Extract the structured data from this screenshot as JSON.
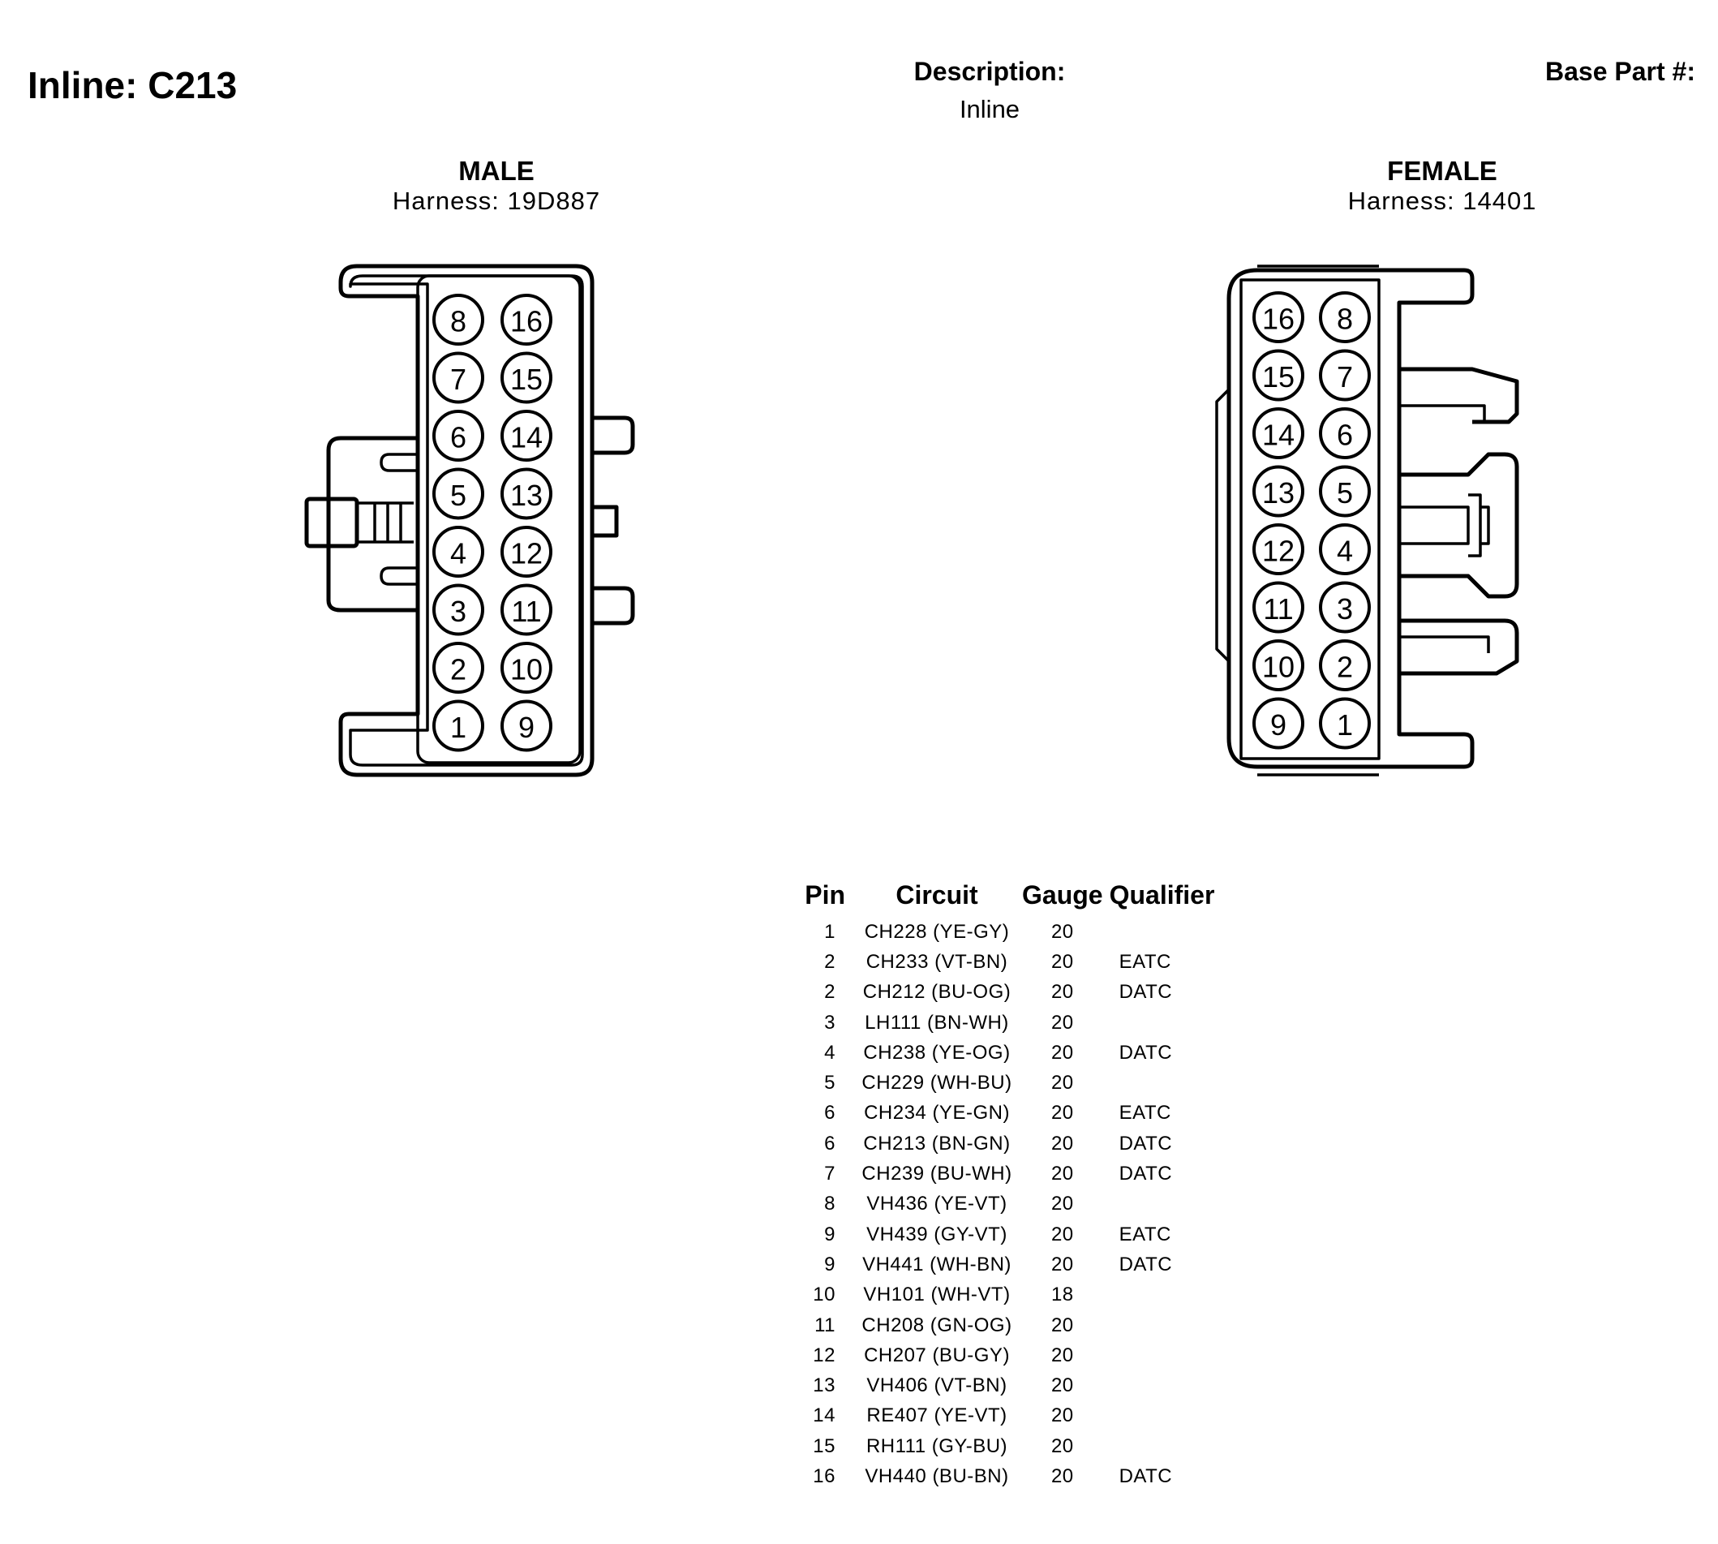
{
  "header": {
    "title": "Inline: C213",
    "description_label": "Description:",
    "description_value": "Inline",
    "base_part_label": "Base Part #:"
  },
  "male": {
    "name": "MALE",
    "harness": "Harness: 19D887",
    "pins": [
      [
        "8",
        "16"
      ],
      [
        "7",
        "15"
      ],
      [
        "6",
        "14"
      ],
      [
        "5",
        "13"
      ],
      [
        "4",
        "12"
      ],
      [
        "3",
        "11"
      ],
      [
        "2",
        "10"
      ],
      [
        "1",
        "9"
      ]
    ]
  },
  "female": {
    "name": "FEMALE",
    "harness": "Harness: 14401",
    "pins": [
      [
        "16",
        "8"
      ],
      [
        "15",
        "7"
      ],
      [
        "14",
        "6"
      ],
      [
        "13",
        "5"
      ],
      [
        "12",
        "4"
      ],
      [
        "11",
        "3"
      ],
      [
        "10",
        "2"
      ],
      [
        "9",
        "1"
      ]
    ]
  },
  "table": {
    "headers": {
      "pin": "Pin",
      "circuit": "Circuit",
      "gauge": "Gauge",
      "qualifier": "Qualifier"
    },
    "rows": [
      {
        "pin": "1",
        "circuit": "CH228 (YE-GY)",
        "gauge": "20",
        "qualifier": ""
      },
      {
        "pin": "2",
        "circuit": "CH233 (VT-BN)",
        "gauge": "20",
        "qualifier": "EATC"
      },
      {
        "pin": "2",
        "circuit": "CH212 (BU-OG)",
        "gauge": "20",
        "qualifier": "DATC"
      },
      {
        "pin": "3",
        "circuit": "LH111 (BN-WH)",
        "gauge": "20",
        "qualifier": ""
      },
      {
        "pin": "4",
        "circuit": "CH238 (YE-OG)",
        "gauge": "20",
        "qualifier": "DATC"
      },
      {
        "pin": "5",
        "circuit": "CH229 (WH-BU)",
        "gauge": "20",
        "qualifier": ""
      },
      {
        "pin": "6",
        "circuit": "CH234 (YE-GN)",
        "gauge": "20",
        "qualifier": "EATC"
      },
      {
        "pin": "6",
        "circuit": "CH213 (BN-GN)",
        "gauge": "20",
        "qualifier": "DATC"
      },
      {
        "pin": "7",
        "circuit": "CH239 (BU-WH)",
        "gauge": "20",
        "qualifier": "DATC"
      },
      {
        "pin": "8",
        "circuit": "VH436 (YE-VT)",
        "gauge": "20",
        "qualifier": ""
      },
      {
        "pin": "9",
        "circuit": "VH439 (GY-VT)",
        "gauge": "20",
        "qualifier": "EATC"
      },
      {
        "pin": "9",
        "circuit": "VH441 (WH-BN)",
        "gauge": "20",
        "qualifier": "DATC"
      },
      {
        "pin": "10",
        "circuit": "VH101 (WH-VT)",
        "gauge": "18",
        "qualifier": ""
      },
      {
        "pin": "11",
        "circuit": "CH208 (GN-OG)",
        "gauge": "20",
        "qualifier": ""
      },
      {
        "pin": "12",
        "circuit": "CH207 (BU-GY)",
        "gauge": "20",
        "qualifier": ""
      },
      {
        "pin": "13",
        "circuit": "VH406 (VT-BN)",
        "gauge": "20",
        "qualifier": ""
      },
      {
        "pin": "14",
        "circuit": "RE407 (YE-VT)",
        "gauge": "20",
        "qualifier": ""
      },
      {
        "pin": "15",
        "circuit": "RH111 (GY-BU)",
        "gauge": "20",
        "qualifier": ""
      },
      {
        "pin": "16",
        "circuit": "VH440 (BU-BN)",
        "gauge": "20",
        "qualifier": "DATC"
      }
    ]
  }
}
